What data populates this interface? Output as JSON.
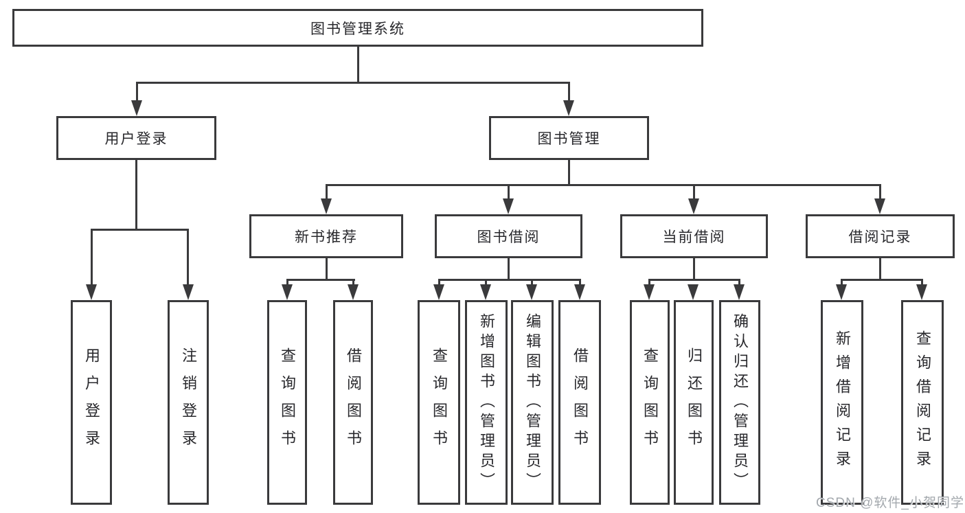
{
  "diagram": {
    "root": "图书管理系统",
    "children": [
      {
        "label": "用户登录",
        "children": [
          "用户登录",
          "注销登录"
        ]
      },
      {
        "label": "图书管理",
        "children": [
          {
            "label": "新书推荐",
            "children": [
              "查询图书",
              "借阅图书"
            ]
          },
          {
            "label": "图书借阅",
            "children": [
              "查询图书",
              "新增图书（管理员）",
              "编辑图书（管理员）",
              "借阅图书"
            ]
          },
          {
            "label": "当前借阅",
            "children": [
              "查询图书",
              "归还图书",
              "确认归还（管理员）"
            ]
          },
          {
            "label": "借阅记录",
            "children": [
              "新增借阅记录",
              "查询借阅记录"
            ]
          }
        ]
      }
    ]
  },
  "watermark": "CSDN @软件_小贺同学",
  "colors": {
    "line": "#3a3a3c",
    "text": "#28282c",
    "background": "#ffffff",
    "watermark": "#9ea3a9"
  }
}
